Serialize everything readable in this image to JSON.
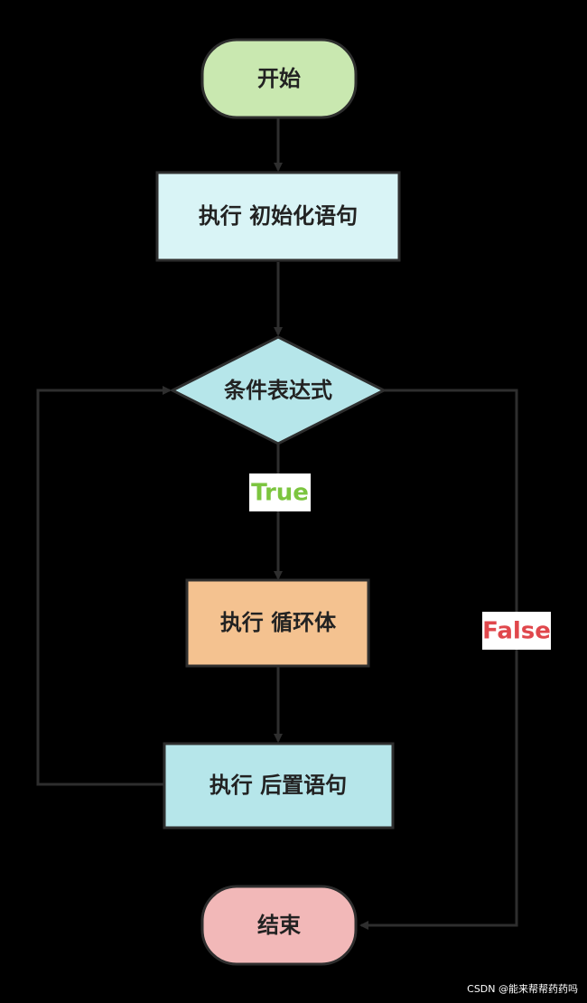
{
  "nodes": {
    "start": "开始",
    "init": "执行 初始化语句",
    "condition": "条件表达式",
    "body": "执行 循环体",
    "post": "执行 后置语句",
    "end": "结束"
  },
  "edges": {
    "true_label": "True",
    "false_label": "False"
  },
  "colors": {
    "start_fill": "#c9e8b0",
    "init_fill": "#d9f4f6",
    "condition_fill": "#b6e6ea",
    "body_fill": "#f4c290",
    "post_fill": "#b6e6ea",
    "end_fill": "#f2b8b8",
    "true_color": "#7cc53f",
    "false_color": "#e0474c",
    "line_color": "#2e2e2e"
  },
  "watermark": "CSDN @能来帮帮药药吗"
}
